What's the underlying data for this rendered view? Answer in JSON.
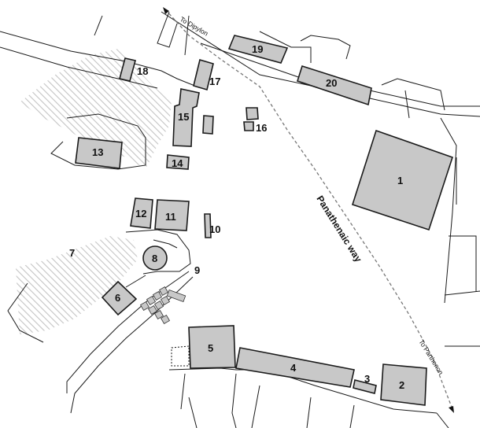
{
  "labels": {
    "b1": "1",
    "b2": "2",
    "b3": "3",
    "b4": "4",
    "b5": "5",
    "b6": "6",
    "a7": "7",
    "b8": "8",
    "a9": "9",
    "b10": "10",
    "b11": "11",
    "b12": "12",
    "b13": "13",
    "b14": "14",
    "b15": "15",
    "b16": "16",
    "b17": "17",
    "b18": "18",
    "b19": "19",
    "b20": "20"
  },
  "roads": {
    "panathenaic": "Panathenaic way",
    "to_dipylon": "To Dipylon",
    "to_parthenon": "To Parthenon"
  },
  "colors": {
    "building": "#c8c8c8",
    "hatch": "#c4c4c4",
    "path": "#777777"
  }
}
